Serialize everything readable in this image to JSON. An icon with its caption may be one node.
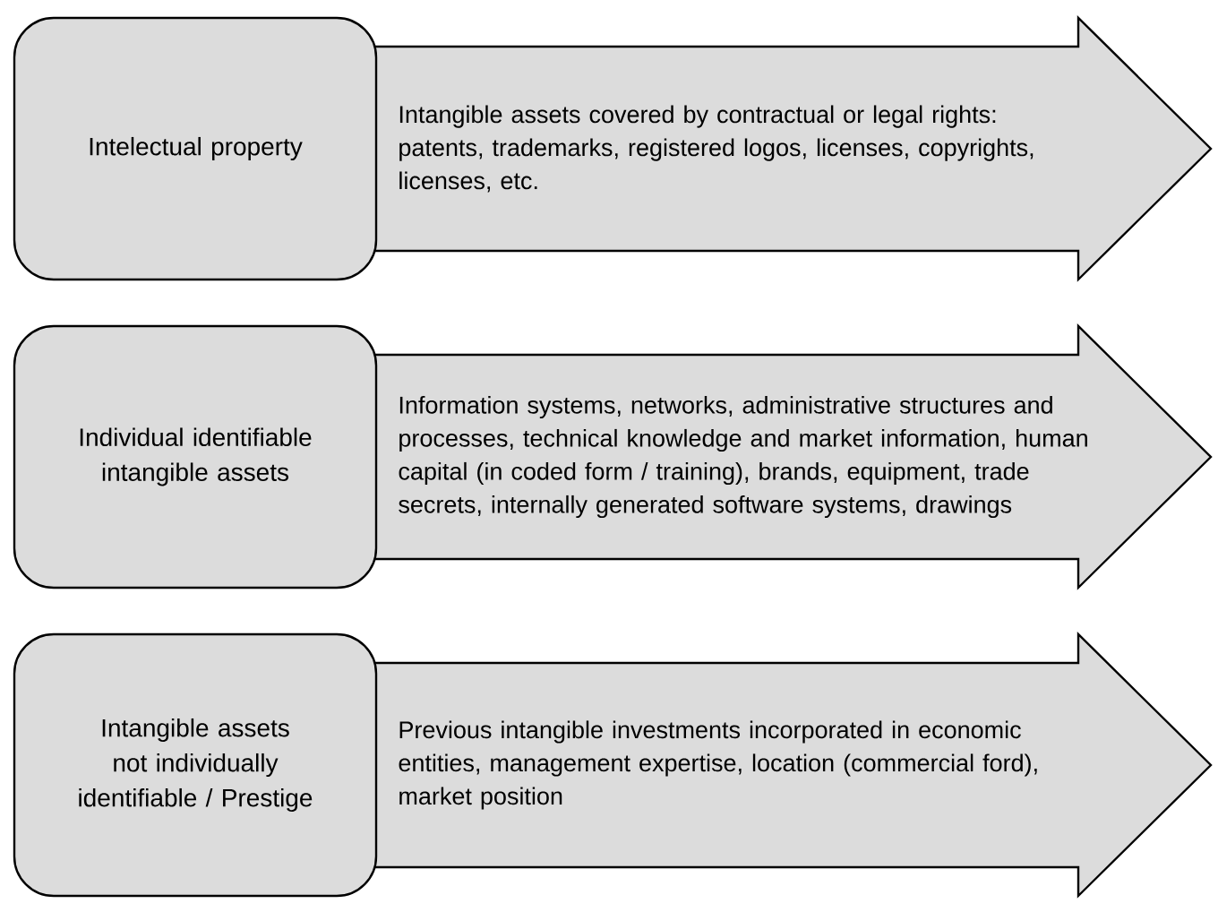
{
  "diagram": {
    "nodes": [
      {
        "text": [
          "Intelectual property"
        ]
      },
      {
        "text": [
          "Intangible assets covered by contractual or legal rights: patents, trademarks, registered logos, licenses, copyrights, licenses, etc."
        ]
      },
      {
        "text": [
          "Individual identifiable intangible assets"
        ]
      },
      {
        "text": [
          "Information systems, networks, administrative structures and processes, technical knowledge and market information, human capital (in coded form / training), brands, equipment, trade secrets, internally generated software systems, drawings"
        ]
      },
      {
        "text": [
          "Intangible assets not individually identifiable / Prestige"
        ]
      },
      {
        "text": [
          "Previous intangible investments incorporated in economic entities, management expertise, location (commercial ford), market position"
        ]
      }
    ]
  }
}
